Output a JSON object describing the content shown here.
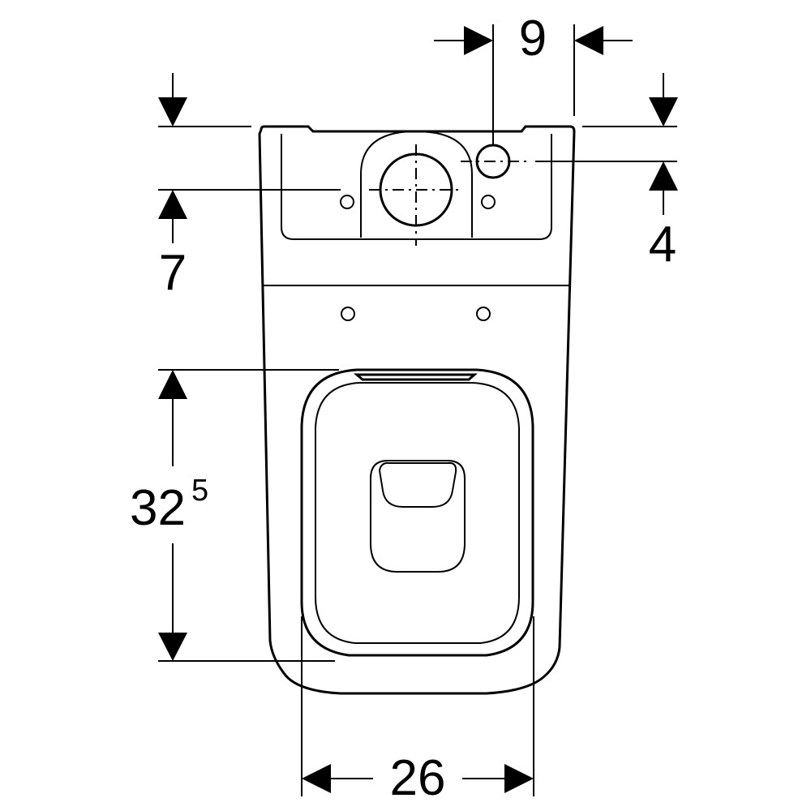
{
  "diagram": {
    "dimensions": {
      "cistern_outlet_offset": "9",
      "cistern_top_to_outlet": "4",
      "cistern_top_to_holes": "7",
      "seat_depth_main": "32",
      "seat_depth_superscript": "5",
      "seat_width": "26"
    }
  }
}
